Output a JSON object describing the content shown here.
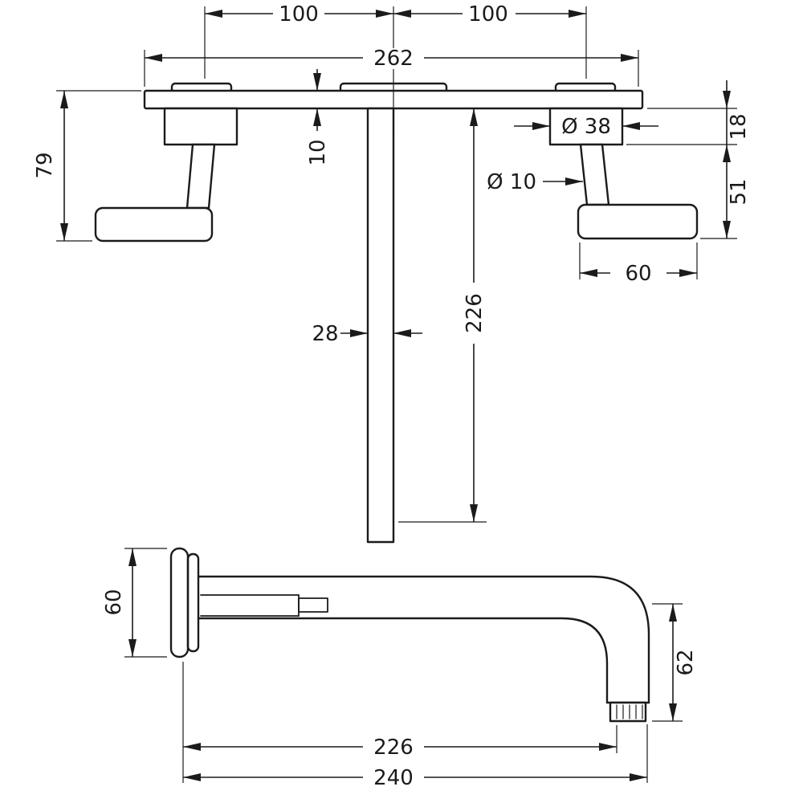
{
  "drawing": {
    "front_view": {
      "dim_spacing_left": "100",
      "dim_spacing_right": "100",
      "dim_plate_width": "262",
      "dim_plate_thickness": "10",
      "dim_handle_height_total": "79",
      "dim_rosette_diameter": "Ø 38",
      "dim_rosette_depth": "18",
      "dim_stem_diameter": "Ø 10",
      "dim_handle_drop": "51",
      "dim_handle_length": "60",
      "dim_spout_width": "28",
      "dim_spout_length": "226"
    },
    "side_view": {
      "dim_escutcheon_height": "60",
      "dim_outlet_drop": "62",
      "dim_spout_reach": "226",
      "dim_total_depth": "240"
    }
  }
}
